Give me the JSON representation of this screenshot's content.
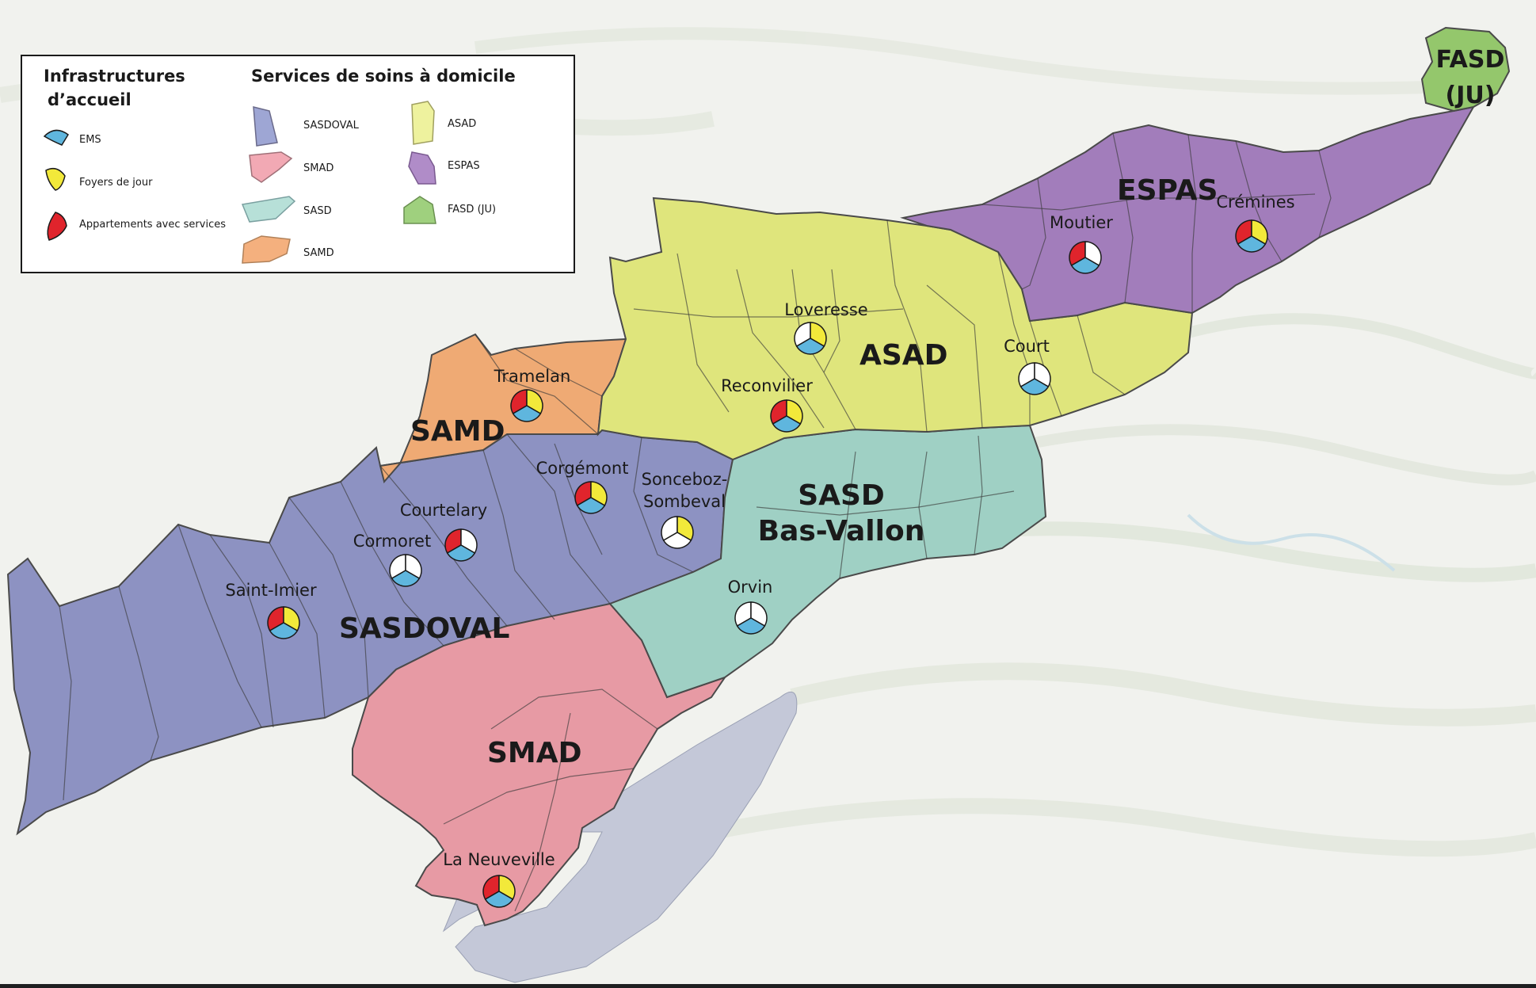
{
  "legend": {
    "infra_title_line1": "Infrastructures",
    "infra_title_line2": "d’accueil",
    "infra_items": [
      {
        "label": "EMS",
        "color": "#5fb6de",
        "icon": "blue-sector-icon"
      },
      {
        "label": "Foyers de jour",
        "color": "#f2e93a",
        "icon": "yellow-sector-icon"
      },
      {
        "label": "Appartements avec services",
        "color": "#e0242c",
        "icon": "red-sector-icon"
      }
    ],
    "services_title": "Services de soins à domicile",
    "services_items": [
      {
        "label": "SASDOVAL",
        "color": "#9ea6d4"
      },
      {
        "label": "SMAD",
        "color": "#f2a9b4"
      },
      {
        "label": "SASD",
        "color": "#b7e0d8"
      },
      {
        "label": "SAMD",
        "color": "#f4b07e"
      },
      {
        "label": "ASAD",
        "color": "#eef29e"
      },
      {
        "label": "ESPAS",
        "color": "#b08cc8"
      },
      {
        "label": "FASD (JU)",
        "color": "#9fd07e"
      }
    ]
  },
  "regions": {
    "sasdoval": {
      "label": "SASDOVAL",
      "color": "#8d92c2"
    },
    "smad": {
      "label": "SMAD",
      "color": "#e79aa4"
    },
    "sasd": {
      "label1": "SASD",
      "label2": "Bas-Vallon",
      "color": "#9fd0c4"
    },
    "samd": {
      "label": "SAMD",
      "color": "#efaa74"
    },
    "asad": {
      "label": "ASAD",
      "color": "#dfe57c"
    },
    "espas": {
      "label": "ESPAS",
      "color": "#a27dbb"
    },
    "fasd": {
      "label1": "FASD",
      "label2": "(JU)",
      "color": "#94c76c"
    }
  },
  "places": [
    {
      "name": "Saint-Imier",
      "ems": true,
      "foyer": true,
      "appart": true
    },
    {
      "name": "Cormoret",
      "ems": true,
      "foyer": false,
      "appart": false
    },
    {
      "name": "Courtelary",
      "ems": true,
      "foyer": false,
      "appart": true
    },
    {
      "name": "Corgémont",
      "ems": true,
      "foyer": true,
      "appart": true
    },
    {
      "name": "Sonceboz-",
      "name2": "Sombeval",
      "ems": false,
      "foyer": true,
      "appart": false
    },
    {
      "name": "Tramelan",
      "ems": true,
      "foyer": true,
      "appart": true
    },
    {
      "name": "Reconvilier",
      "ems": true,
      "foyer": true,
      "appart": true
    },
    {
      "name": "Loveresse",
      "ems": true,
      "foyer": true,
      "appart": false
    },
    {
      "name": "Court",
      "ems": true,
      "foyer": false,
      "appart": false
    },
    {
      "name": "Moutier",
      "ems": true,
      "foyer": false,
      "appart": true
    },
    {
      "name": "Crémines",
      "ems": true,
      "foyer": true,
      "appart": true
    },
    {
      "name": "Orvin",
      "ems": true,
      "foyer": false,
      "appart": false
    },
    {
      "name": "La Neuveville",
      "ems": true,
      "foyer": true,
      "appart": true
    }
  ],
  "lake": {
    "color": "#c4c8d8"
  },
  "background": {
    "color": "#f1f2ee"
  }
}
